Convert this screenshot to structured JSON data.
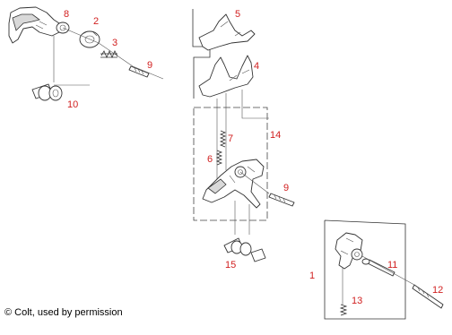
{
  "diagram": {
    "part_numbers": {
      "n1": "1",
      "n2": "2",
      "n3": "3",
      "n4": "4",
      "n5": "5",
      "n6": "6",
      "n7": "7",
      "n8": "8",
      "n9a": "9",
      "n9b": "9",
      "n10": "10",
      "n11": "11",
      "n12": "12",
      "n13": "13",
      "n14": "14",
      "n15": "15"
    },
    "number_color": "#d11f1f",
    "copyright": "© Colt, used by permission"
  }
}
